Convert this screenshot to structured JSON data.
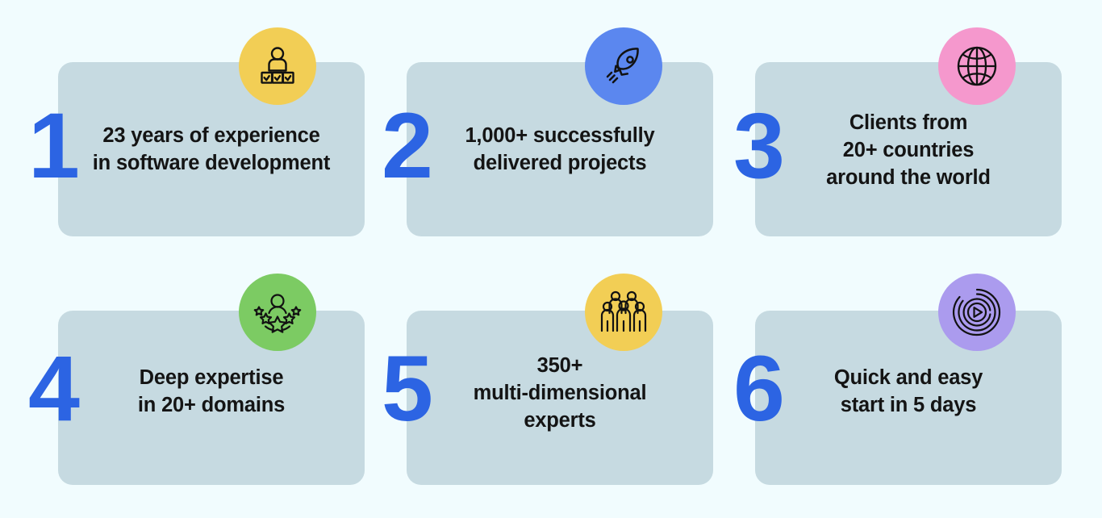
{
  "page": {
    "background_color": "#F1FCFE",
    "card_color": "#C6DAE1",
    "number_color": "#2C64E3",
    "text_color": "#141414",
    "layout": "6 cards, 3 columns x 2 rows"
  },
  "cards": [
    {
      "number": "1",
      "text": "23 years of experience\nin software development",
      "lines": 2,
      "icon_name": "person-on-checkbox-blocks-icon",
      "badge_color": "#F2CE55",
      "icon_stroke": "#121212"
    },
    {
      "number": "2",
      "text": "1,000+ successfully\ndelivered projects",
      "lines": 2,
      "icon_name": "rocket-icon",
      "badge_color": "#5B87EF",
      "icon_stroke": "#121212"
    },
    {
      "number": "3",
      "text": "Clients from\n20+ countries\naround the world",
      "lines": 3,
      "icon_name": "globe-icon",
      "badge_color": "#F598CD",
      "icon_stroke": "#121212"
    },
    {
      "number": "4",
      "text": "Deep expertise\nin 20+ domains",
      "lines": 2,
      "icon_name": "person-with-stars-icon",
      "badge_color": "#7CCB63",
      "icon_stroke": "#121212"
    },
    {
      "number": "5",
      "text": "350+\nmulti-dimensional\nexperts",
      "lines": 3,
      "icon_name": "group-of-people-icon",
      "badge_color": "#F2CE55",
      "icon_stroke": "#121212"
    },
    {
      "number": "6",
      "text": "Quick and easy\nstart in 5 days",
      "lines": 2,
      "icon_name": "play-button-rings-icon",
      "badge_color": "#AB9BEE",
      "icon_stroke": "#121212"
    }
  ]
}
